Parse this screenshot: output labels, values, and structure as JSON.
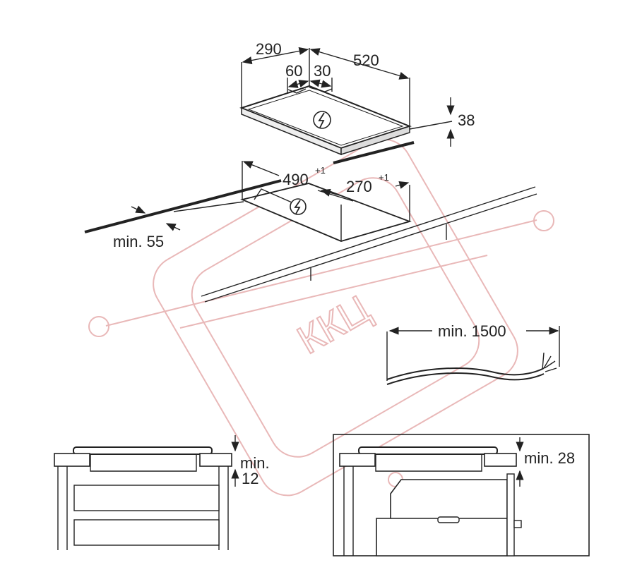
{
  "top_hob": {
    "width": "290",
    "depth": "520",
    "offset_left": "60",
    "offset_right": "30",
    "height": "38"
  },
  "cutout": {
    "width": "490",
    "width_tol": "+1",
    "depth": "270",
    "depth_tol": "+1",
    "min_front": "min. 55"
  },
  "cable": {
    "min_length": "min. 1500"
  },
  "side_view_left": {
    "line1": "min.",
    "line2": "12"
  },
  "side_view_right": {
    "label": "min. 28"
  },
  "watermark": {
    "text": "ККЦ"
  },
  "colors": {
    "line": "#222222",
    "watermark": "#e9b8b8",
    "background": "#ffffff"
  },
  "icons": [
    "electrical-warning-icon",
    "electrical-warning-icon"
  ]
}
